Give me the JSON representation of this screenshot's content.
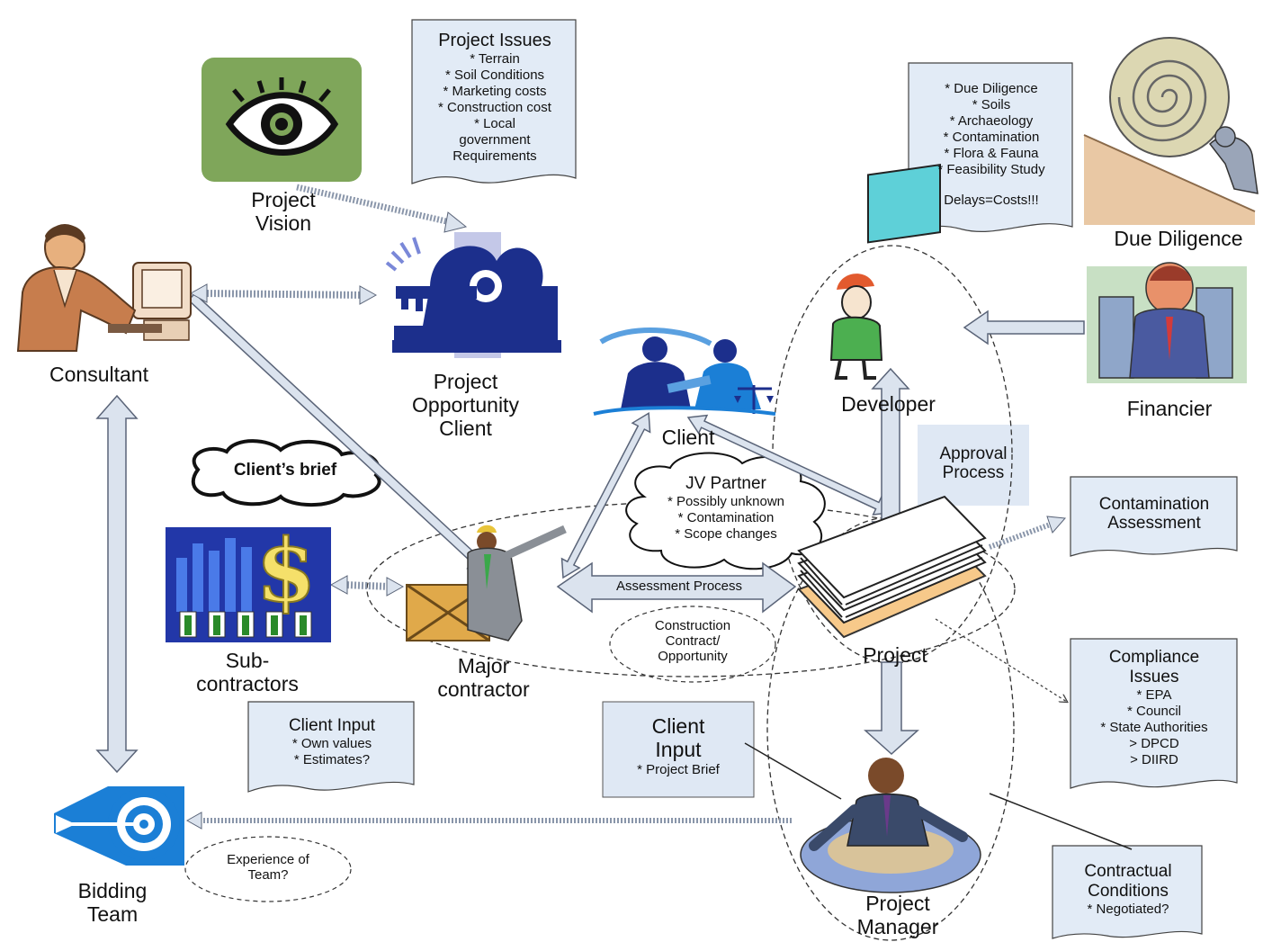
{
  "nodes": {
    "project_vision": "Project\nVision",
    "consultant": "Consultant",
    "project_opportunity_client": "Project\nOpportunity\nClient",
    "client": "Client",
    "developer": "Developer",
    "financier": "Financier",
    "due_diligence": "Due Diligence",
    "sub_contractors": "Sub-\ncontractors",
    "major_contractor": "Major\ncontractor",
    "project": "Project",
    "project_manager": "Project\nManager",
    "bidding_team": "Bidding\nTeam"
  },
  "project_issues": {
    "title": "Project Issues",
    "lines": [
      "* Terrain",
      "* Soil Conditions",
      "* Marketing costs",
      "* Construction cost",
      "* Local",
      "government",
      "Requirements"
    ]
  },
  "due_diligence_note": {
    "lines": [
      "* Due Diligence",
      "* Soils",
      "* Archaeology",
      "* Contamination",
      "* Flora & Fauna",
      "* Feasibility Study"
    ],
    "footer": "Delays=Costs!!!"
  },
  "clients_brief": "Client’s brief",
  "jv_partner": {
    "title": "JV Partner",
    "lines": [
      "* Possibly unknown",
      "* Contamination",
      "* Scope changes"
    ]
  },
  "approval_process": "Approval\nProcess",
  "assessment_process": "Assessment Process",
  "construction_contract": "Construction\nContract/\nOpportunity",
  "contamination_assessment": "Contamination\nAssessment",
  "compliance_issues": {
    "title": "Compliance\nIssues",
    "lines": [
      "* EPA",
      "* Council",
      "* State Authorities",
      "> DPCD",
      "> DIIRD"
    ]
  },
  "client_input_doc": {
    "title": "Client Input",
    "lines": [
      "* Own values",
      "* Estimates?"
    ]
  },
  "client_input_panel": {
    "title": "Client\nInput",
    "lines": [
      "* Project Brief"
    ]
  },
  "contractual_conditions": {
    "title": "Contractual\nConditions",
    "lines": [
      "* Negotiated?"
    ]
  },
  "experience_of_team": "Experience of\nTeam?",
  "colors": {
    "arrow_fill": "#dbe3ee",
    "arrow_stroke": "#5a6478",
    "panel": "#dfe8f4",
    "vision_bg": "#7fa65a",
    "dark_blue": "#1c2f8c",
    "bright_blue": "#1b7fd6"
  }
}
